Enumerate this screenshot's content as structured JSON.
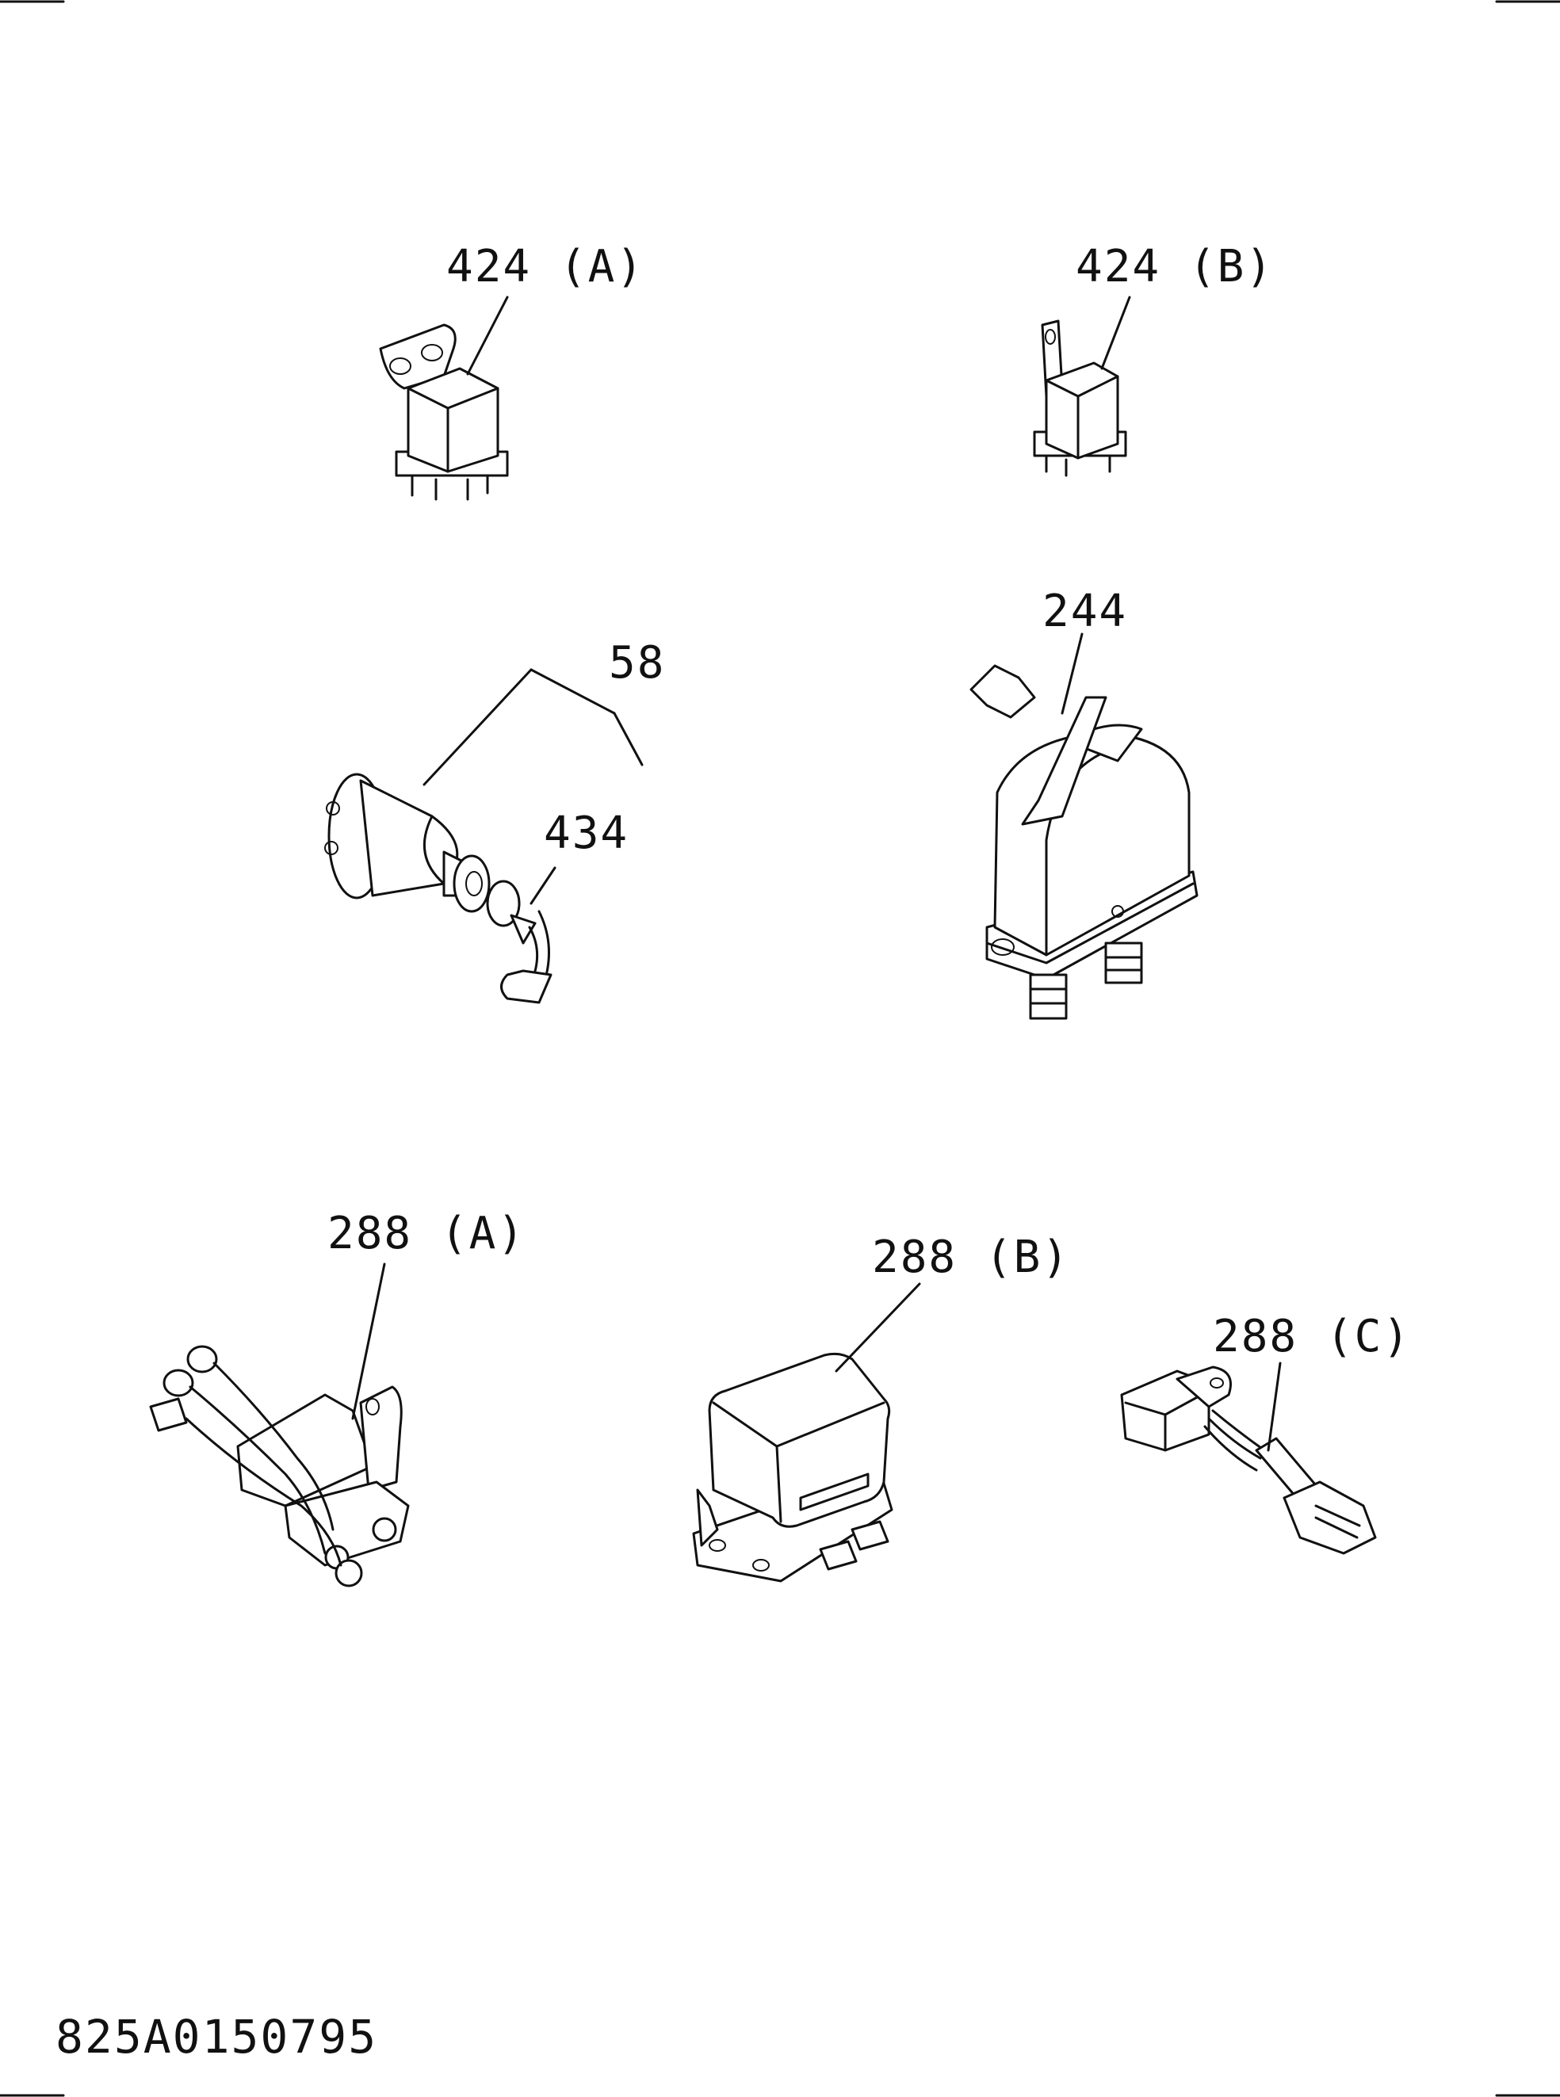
{
  "callouts": {
    "relay_a": "424 (A)",
    "relay_b": "424 (B)",
    "switch_58": "58",
    "wire_434": "434",
    "battery_switch": "244",
    "harness_a": "288 (A)",
    "regulator_b": "288 (B)",
    "connector_c": "288 (C)"
  },
  "drawing_number": "825A0150795"
}
